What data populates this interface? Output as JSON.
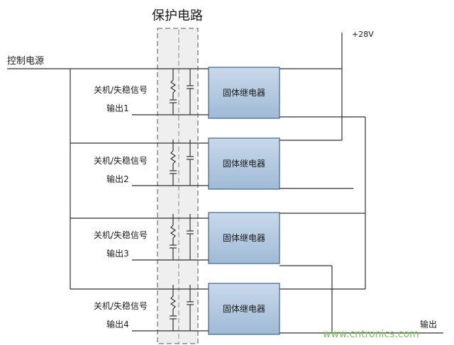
{
  "title": "保护电路",
  "control_power_label": "控制电源",
  "supply_label": "+28V",
  "output_label": "输出",
  "watermark": "www.cntronics.com",
  "channels": [
    {
      "signal_line1": "关机/失稳信号",
      "signal_line2": "输出1",
      "relay_label": "固体继电器"
    },
    {
      "signal_line1": "关机/失稳信号",
      "signal_line2": "输出2",
      "relay_label": "固体继电器"
    },
    {
      "signal_line1": "关机/失稳信号",
      "signal_line2": "输出3",
      "relay_label": "固体继电器"
    },
    {
      "signal_line1": "关机/失稳信号",
      "signal_line2": "输出4",
      "relay_label": "固体继电器"
    }
  ],
  "colors": {
    "relay_fill_top": "#c9d9ea",
    "relay_fill_bottom": "#9fbad6",
    "relay_border": "#4a6f95",
    "watermark": "#7fbf5f"
  }
}
